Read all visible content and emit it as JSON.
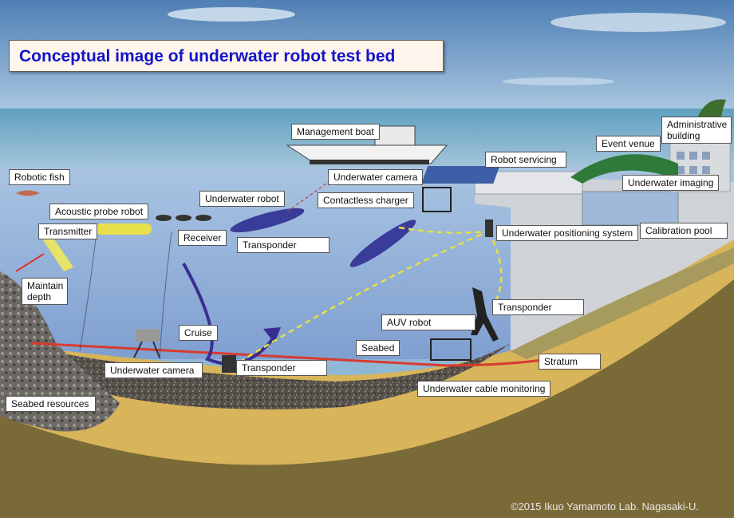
{
  "title": "Conceptual image of underwater robot test bed",
  "labels": {
    "management_boat": "Management boat",
    "event_venue": "Event venue",
    "administrative_building": "Administrative building",
    "robot_servicing": "Robot servicing",
    "underwater_camera_top": "Underwater camera",
    "underwater_imaging": "Underwater imaging",
    "robotic_fish": "Robotic fish",
    "underwater_robot": "Underwater robot",
    "contactless_charger": "Contactless charger",
    "acoustic_probe_robot": "Acoustic probe robot",
    "transmitter": "Transmitter",
    "receiver": "Receiver",
    "underwater_positioning_system": "Underwater positioning system",
    "calibration_pool": "Calibration pool",
    "transponder_top": "Transponder",
    "maintain_depth": "Maintain depth",
    "transponder_right": "Transponder",
    "auv_robot": "AUV robot",
    "cruise": "Cruise",
    "seabed": "Seabed",
    "stratum": "Stratum",
    "underwater_camera_bottom": "Underwater camera",
    "transponder_bottom": "Transponder",
    "underwater_cable_monitoring": "Underwater cable monitoring",
    "seabed_resources": "Seabed resources"
  },
  "copyright": "©2015 Ikuo Yamamoto Lab. Nagasaki-U."
}
